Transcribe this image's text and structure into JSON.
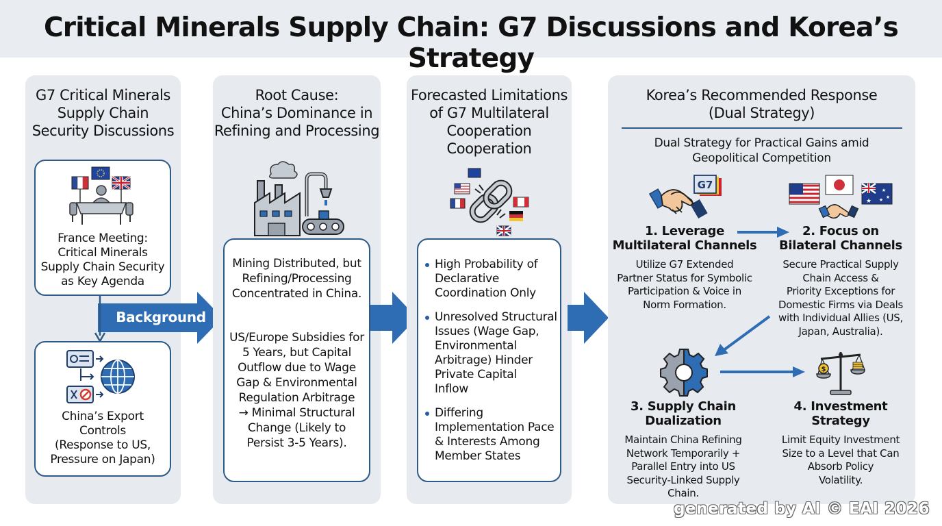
{
  "title": "Critical Minerals Supply Chain: G7 Discussions and Korea’s Strategy",
  "columns": {
    "g7": {
      "title": [
        "G7 Critical Minerals",
        "Supply Chain",
        "Security Discussions"
      ],
      "card1": [
        "France Meeting:",
        "Critical Minerals",
        "Supply Chain Security",
        "as Key Agenda"
      ],
      "arrow_label": "Background",
      "card2": [
        "China’s Export",
        "Controls",
        "(Response to US,",
        "Pressure on Japan)"
      ]
    },
    "root": {
      "title": [
        "Root Cause:",
        "China’s Dominance in",
        "Refining and Processing"
      ],
      "para1": [
        "Mining Distributed, but",
        "Refining/Processing",
        "Concentrated in China."
      ],
      "para2": [
        "US/Europe Subsidies for",
        "5 Years, but Capital",
        "Outflow due to Wage",
        "Gap & Environmental",
        "Regulation Arbitrage",
        "→ Minimal Structural",
        "Change (Likely to",
        "Persist 3-5 Years)."
      ]
    },
    "limits": {
      "title": [
        "Forecasted Limitations",
        "of G7 Multilateral",
        "Cooperation",
        "Cooperation"
      ],
      "bullets": [
        [
          "High Probability of",
          "Declarative",
          "Coordination Only"
        ],
        [
          "Unresolved Structural",
          "Issues (Wage Gap,",
          "Environmental",
          "Arbitrage) Hinder",
          "Private Capital",
          "Inflow"
        ],
        [
          "Differing",
          "Implementation Pace",
          "& Interests Among",
          "Member States"
        ]
      ]
    },
    "korea": {
      "title": [
        "Korea’s Recommended Response",
        "(Dual Strategy)"
      ],
      "subtitle": [
        "Dual Strategy for Practical Gains amid",
        "Geopolitical Competition"
      ],
      "g7_badge": "G7",
      "steps": [
        {
          "title": [
            "1. Leverage",
            "Multilateral Channels"
          ],
          "desc": [
            "Utilize G7 Extended",
            "Partner Status for Symbolic",
            "Participation & Voice in",
            "Norm Formation."
          ]
        },
        {
          "title": [
            "2. Focus on",
            "Bilateral Channels"
          ],
          "desc": [
            "Secure Practical Supply",
            "Chain Access &",
            "Priority Exceptions for",
            "Domestic Firms via Deals",
            "with Individual Allies (US,",
            "Japan, Australia)."
          ]
        },
        {
          "title": [
            "3. Supply Chain",
            "Dualization"
          ],
          "desc": [
            "Maintain China Refining",
            "Network Temporarily +",
            "Parallel Entry into US",
            "Security-Linked Supply",
            "Chain."
          ]
        },
        {
          "title": [
            "4. Investment",
            "Strategy"
          ],
          "desc": [
            "Limit Equity Investment",
            "Size to a Level that Can",
            "Absorb Policy",
            "Volatility."
          ]
        }
      ]
    }
  },
  "watermark": "generated by AI © EAI 2026",
  "colors": {
    "accent": "#2e6db4",
    "navy": "#2d5a86",
    "panel": "#e7ebf0"
  },
  "icons": [
    "meeting-table-icon",
    "export-controls-icon",
    "factory-icon",
    "broken-chain-icon",
    "handshake-g7-icon",
    "bilateral-flags-icon",
    "gear-icon",
    "scales-icon"
  ]
}
